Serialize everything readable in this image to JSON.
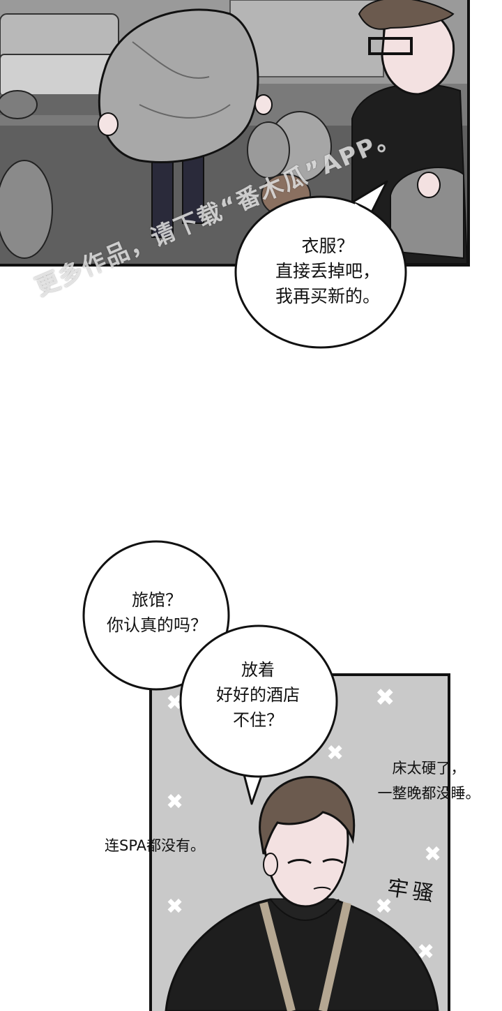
{
  "watermark": {
    "line1": "更多作品，请下载“番木瓜”APP。"
  },
  "panel1": {
    "bubble": {
      "lines": [
        "衣服？",
        "直接丢掉吧，",
        "我再买新的。"
      ]
    }
  },
  "panel2": {
    "bubble_a": {
      "lines": [
        "旅馆？",
        "你认真的吗？"
      ]
    },
    "bubble_b": {
      "lines": [
        "放着",
        "好好的酒店",
        "不住？"
      ]
    },
    "sfx_right": {
      "lines": [
        "床太硬了，",
        "一整晚都没睡。"
      ]
    },
    "sfx_left": "连SPA都没有。",
    "sfx_scribble": "牢骚"
  },
  "colors": {
    "ink": "#111111",
    "panel1_bg": "#6e6e6e",
    "panel2_bg": "#c9c9c9",
    "coat": "#8c8c8c",
    "shirt": "#1e1e1e"
  }
}
